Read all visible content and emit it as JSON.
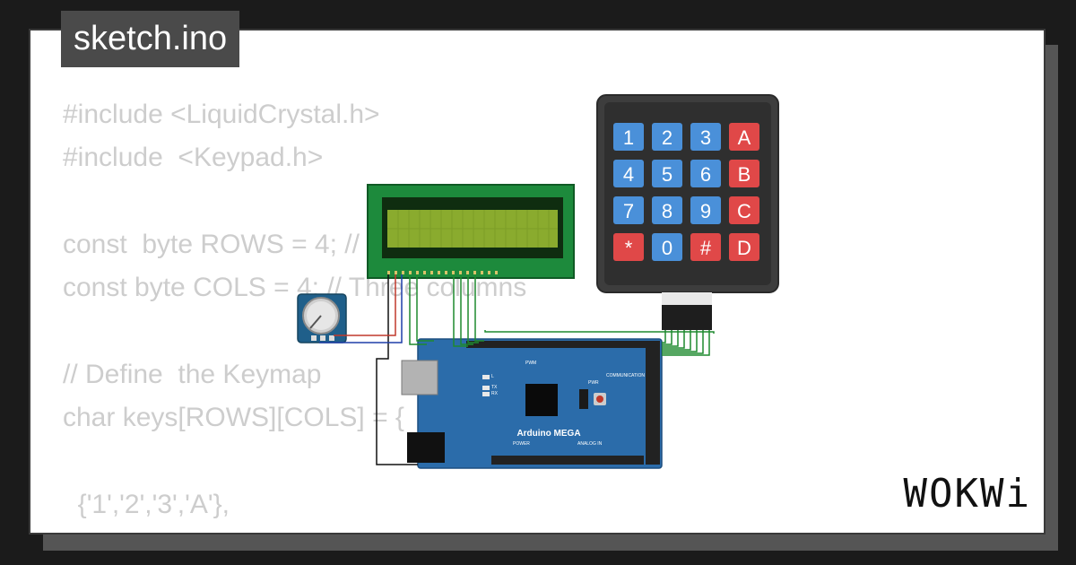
{
  "file_tab": {
    "name": "sketch.ino"
  },
  "code_lines": [
    "#include <LiquidCrystal.h>",
    "#include  <Keypad.h>",
    "",
    "const  byte ROWS = 4; // Four rows",
    "const byte COLS = 4; // Three columns",
    "",
    "// Define  the Keymap",
    "char keys[ROWS][COLS] = {",
    "",
    "  {'1','2','3','A'},"
  ],
  "keypad": {
    "keys": [
      "1",
      "2",
      "3",
      "A",
      "4",
      "5",
      "6",
      "B",
      "7",
      "8",
      "9",
      "C",
      "*",
      "0",
      "#",
      "D"
    ],
    "colors": {
      "number": "#4a90d9",
      "special": "#e04848",
      "body": "#3d3d3d"
    }
  },
  "board": {
    "name": "Arduino MEGA",
    "labels": {
      "pwm": "PWM",
      "communication": "COMMUNICATION",
      "power": "POWER",
      "analog": "ANALOG IN",
      "led_l": "L",
      "led_tx": "TX",
      "led_rx": "RX",
      "led_pwr": "PWR"
    },
    "color": "#2b6caa"
  },
  "lcd": {
    "color_frame": "#1d8a3c",
    "color_screen": "#8aab2e"
  },
  "brand": {
    "logo": "WOKWi"
  }
}
